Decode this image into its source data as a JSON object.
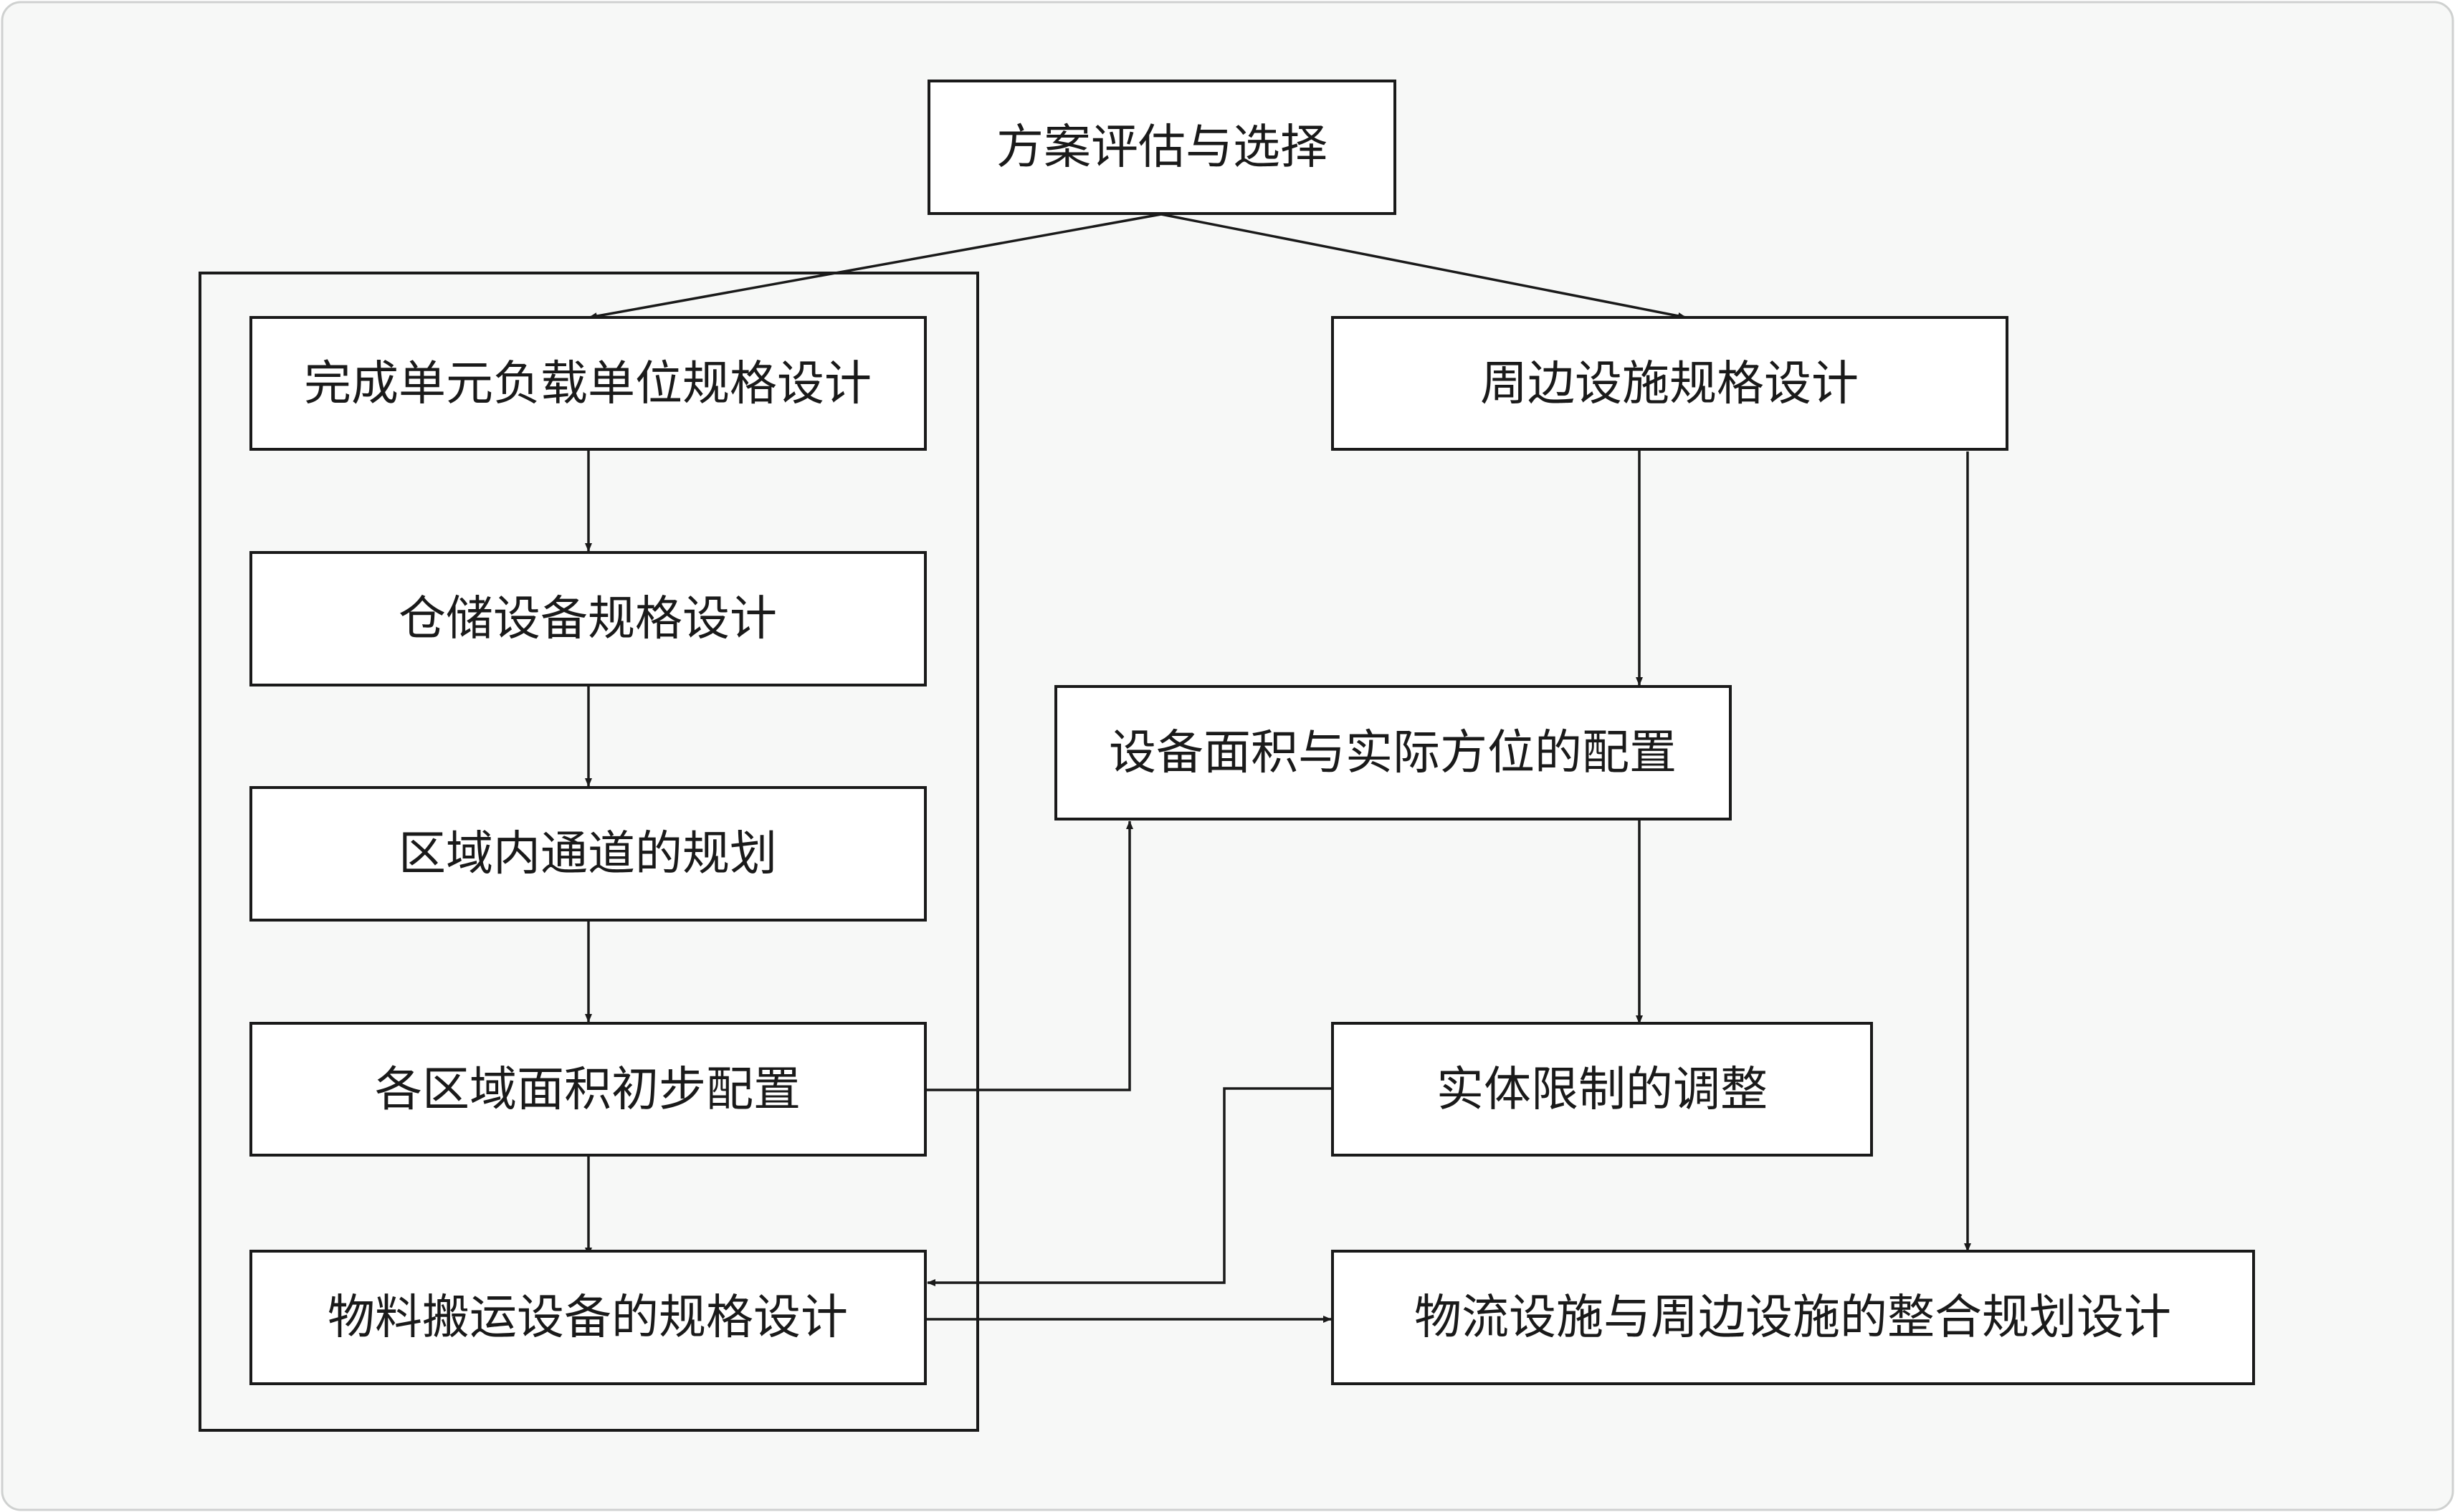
{
  "diagram": {
    "nodes": {
      "evaluate": "方案评估与选择",
      "unit_load": "完成单元负载单位规格设计",
      "storage": "仓储设备规格设计",
      "aisle": "区域内通道的规划",
      "area_config": "各区域面积初步配置",
      "handling": "物料搬运设备的规格设计",
      "peripheral": "周边设施规格设计",
      "equipment_area": "设备面积与实际方位的配置",
      "constraint": "实体限制的调整",
      "integration": "物流设施与周边设施的整合规划设计"
    },
    "edges": [
      {
        "from": "evaluate",
        "to": "unit_load"
      },
      {
        "from": "evaluate",
        "to": "peripheral"
      },
      {
        "from": "unit_load",
        "to": "storage"
      },
      {
        "from": "storage",
        "to": "aisle"
      },
      {
        "from": "aisle",
        "to": "area_config"
      },
      {
        "from": "area_config",
        "to": "handling"
      },
      {
        "from": "area_config",
        "to": "equipment_area"
      },
      {
        "from": "peripheral",
        "to": "equipment_area"
      },
      {
        "from": "equipment_area",
        "to": "constraint"
      },
      {
        "from": "constraint",
        "to": "handling"
      },
      {
        "from": "peripheral",
        "to": "integration"
      },
      {
        "from": "handling",
        "to": "integration"
      }
    ],
    "colors": {
      "line": "#1a1a1a",
      "box_fill": "#ffffff",
      "background": "#f7f8f7"
    }
  }
}
